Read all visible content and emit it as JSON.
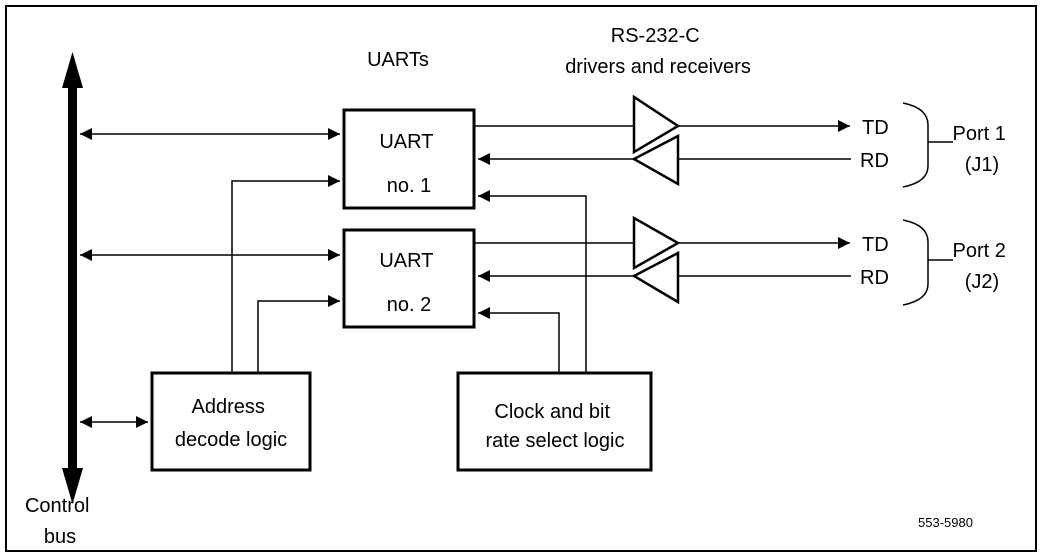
{
  "heading_uarts": "UARTs",
  "heading_rs232": [
    "RS-232-C",
    "drivers and receivers"
  ],
  "uart1": [
    "UART",
    "no. 1"
  ],
  "uart2": [
    "UART",
    "no. 2"
  ],
  "address_block": [
    "Address",
    "decode logic"
  ],
  "clock_block": [
    "Clock and bit",
    "rate select logic"
  ],
  "control_bus": [
    "Control",
    "bus"
  ],
  "signals": {
    "td": "TD",
    "rd": "RD"
  },
  "port1": [
    "Port 1",
    "(J1)"
  ],
  "port2": [
    "Port 2",
    "(J2)"
  ],
  "figure_id": "553-5980"
}
